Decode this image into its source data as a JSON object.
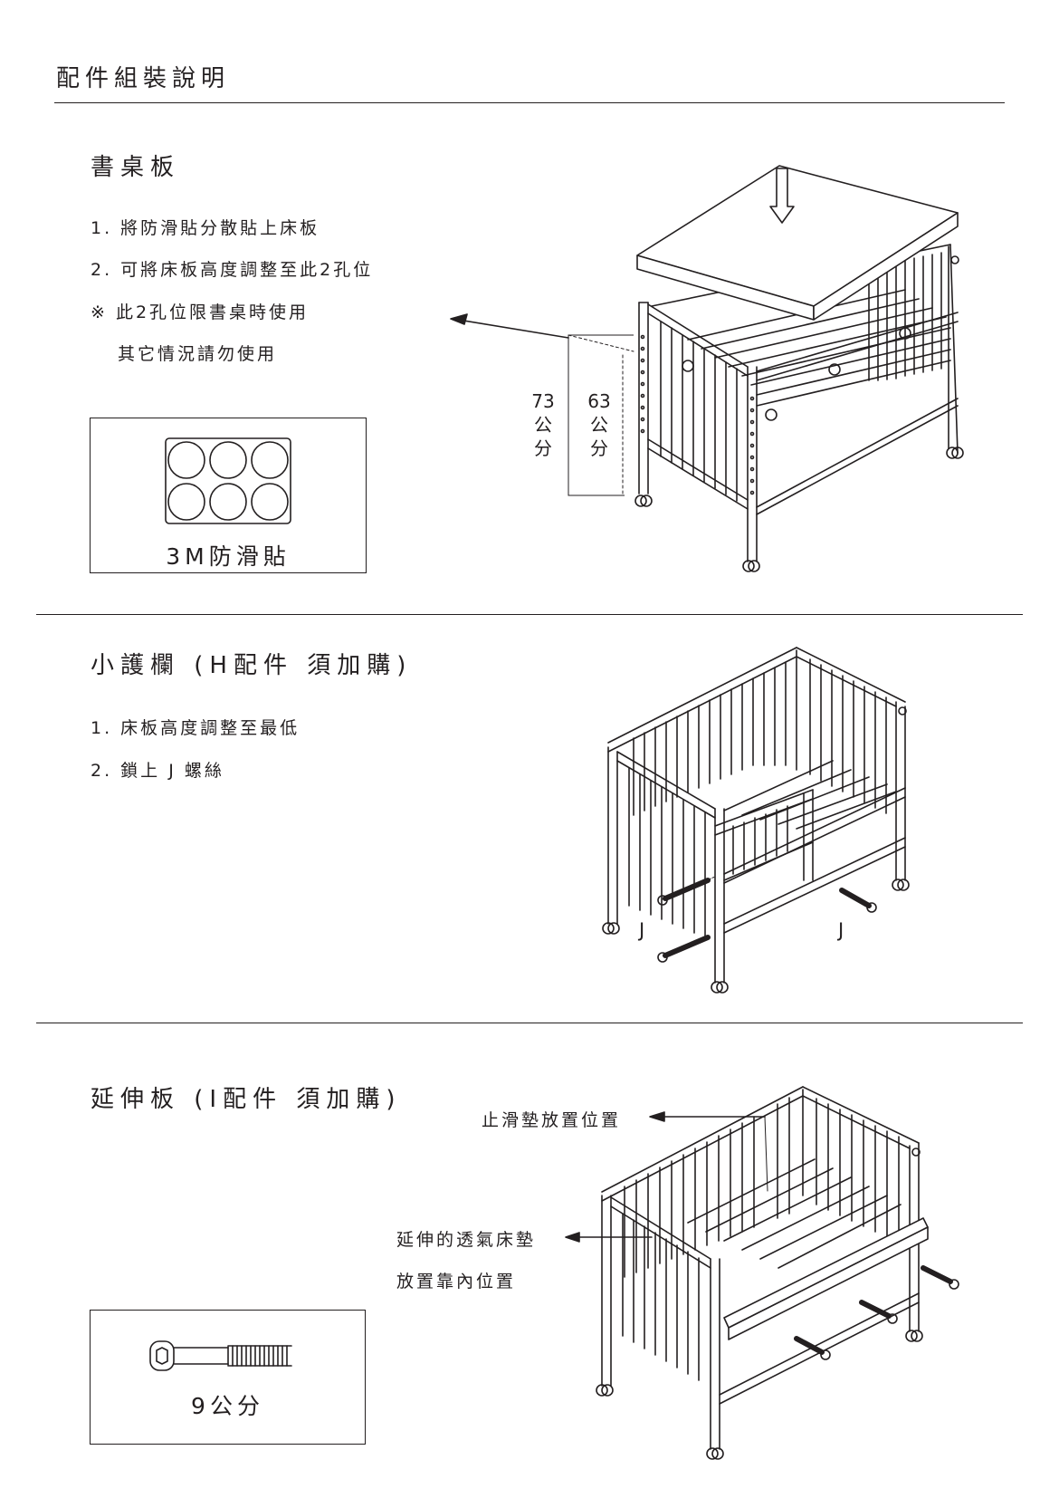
{
  "page_title": "配件組裝說明",
  "sections": [
    {
      "title": "書桌板",
      "steps": [
        "1. 將防滑貼分散貼上床板",
        "2. 可將床板高度調整至此2孔位",
        "※ 此2孔位限書桌時使用",
        "其它情況請勿使用"
      ],
      "box_caption": "3M防滑貼",
      "dimensions": [
        {
          "value": "73",
          "unit_1": "公",
          "unit_2": "分"
        },
        {
          "value": "63",
          "unit_1": "公",
          "unit_2": "分"
        }
      ]
    },
    {
      "title": "小護欄 (H配件 須加購)",
      "steps": [
        "1. 床板高度調整至最低",
        "2. 鎖上 J 螺絲"
      ],
      "screw_labels": [
        "J",
        "J"
      ]
    },
    {
      "title": "延伸板 (I配件 須加購)",
      "callouts": [
        "止滑墊放置位置",
        "延伸的透氣床墊",
        "放置靠內位置"
      ],
      "box_caption": "9公分"
    }
  ],
  "icons": [
    "sticker-sheet-icon",
    "hex-bolt-icon",
    "down-arrow-icon"
  ]
}
